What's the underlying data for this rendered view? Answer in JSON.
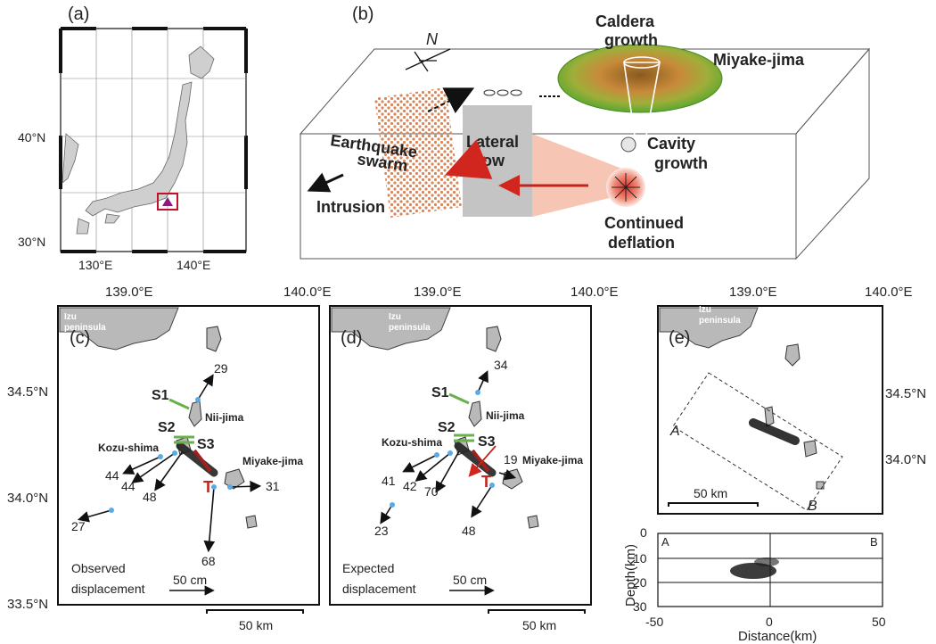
{
  "panels": {
    "a": {
      "label": "(a)",
      "lat_ticks": [
        "40°N",
        "30°N"
      ],
      "lon_ticks": [
        "130°E",
        "140°E"
      ]
    },
    "b": {
      "label": "(b)",
      "north": "N",
      "caldera": [
        "Caldera",
        "growth"
      ],
      "island": "Miyake-jima",
      "swarm": [
        "Earthquake",
        "swarm"
      ],
      "lateral": [
        "Lateral",
        "flow"
      ],
      "cavity": [
        "Cavity",
        "growth"
      ],
      "intrusion": "Intrusion",
      "deflation": [
        "Continued",
        "deflation"
      ]
    },
    "c": {
      "label": "(c)",
      "lon_ticks": [
        "139.0°E",
        "140.0°E"
      ],
      "lat_ticks": [
        "34.5°N",
        "34.0°N",
        "33.5°N"
      ],
      "peninsula": [
        "Izu",
        "peninsula"
      ],
      "segments": [
        "S1",
        "S2",
        "S3"
      ],
      "niijima": "Nii-jima",
      "kozushima": "Kozu-shima",
      "miyakejima": "Miyake-jima",
      "t": "T",
      "vectors": [
        "29",
        "44",
        "44",
        "48",
        "27",
        "68",
        "31"
      ],
      "caption": [
        "Observed",
        "displacement"
      ],
      "scale_arrow": "50 cm",
      "scale_bar": "50 km"
    },
    "d": {
      "label": "(d)",
      "lon_ticks": [
        "139.0°E",
        "140.0°E"
      ],
      "peninsula": [
        "Izu",
        "peninsula"
      ],
      "segments": [
        "S1",
        "S2",
        "S3"
      ],
      "niijima": "Nii-jima",
      "kozushima": "Kozu-shima",
      "miyakejima": "Miyake-jima",
      "t": "T",
      "vectors": [
        "34",
        "41",
        "42",
        "70",
        "23",
        "19",
        "48"
      ],
      "caption": [
        "Expected",
        "displacement"
      ],
      "scale_arrow": "50 cm",
      "scale_bar": "50 km"
    },
    "e": {
      "label": "(e)",
      "lon_ticks": [
        "139.0°E",
        "140.0°E"
      ],
      "lat_ticks": [
        "34.5°N",
        "34.0°N"
      ],
      "peninsula": [
        "Izu",
        "peninsula"
      ],
      "a": "A",
      "b": "B",
      "scale_bar": "50 km",
      "section": {
        "a": "A",
        "b": "B",
        "ylabel": "Depth(km)",
        "xlabel": "Distance(km)",
        "yticks": [
          "0",
          "10",
          "20",
          "30"
        ],
        "xticks": [
          "-50",
          "0",
          "50"
        ]
      }
    }
  }
}
